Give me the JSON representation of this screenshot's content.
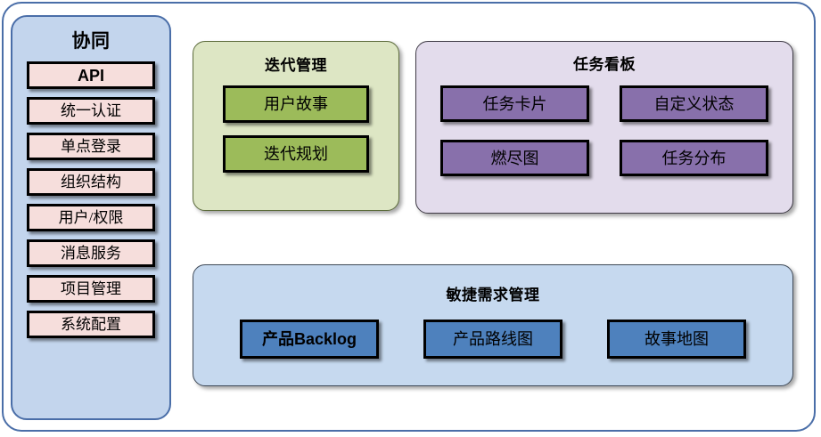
{
  "diagram": {
    "sidebar": {
      "title": "协同",
      "items": [
        {
          "label": "API",
          "emphasis": "bold-latin"
        },
        {
          "label": "统一认证",
          "emphasis": "normal"
        },
        {
          "label": "单点登录",
          "emphasis": "normal"
        },
        {
          "label": "组织结构",
          "emphasis": "normal"
        },
        {
          "label": "用户/权限",
          "emphasis": "normal"
        },
        {
          "label": "消息服务",
          "emphasis": "normal"
        },
        {
          "label": "项目管理",
          "emphasis": "normal"
        },
        {
          "label": "系统配置",
          "emphasis": "normal"
        }
      ]
    },
    "iteration": {
      "title": "迭代管理",
      "items": [
        {
          "label": "用户故事"
        },
        {
          "label": "迭代规划"
        }
      ]
    },
    "taskboard": {
      "title": "任务看板",
      "items": [
        {
          "label": "任务卡片"
        },
        {
          "label": "自定义状态"
        },
        {
          "label": "燃尽图"
        },
        {
          "label": "任务分布"
        }
      ]
    },
    "agile": {
      "title": "敏捷需求管理",
      "items": [
        {
          "label": "产品Backlog",
          "emphasis": "bold-latin"
        },
        {
          "label": "产品路线图",
          "emphasis": "normal"
        },
        {
          "label": "故事地图",
          "emphasis": "normal"
        }
      ]
    },
    "colors": {
      "frame_border": "#4a6ea8",
      "sidebar_bg": "#c3d5ed",
      "sidebar_chip": "#f6dedc",
      "iteration_bg": "#dde6c4",
      "iteration_chip": "#9cbb5a",
      "taskboard_bg": "#e3dcec",
      "taskboard_chip": "#8870ab",
      "agile_bg": "#c6d9ef",
      "agile_chip": "#4e81bd"
    }
  }
}
